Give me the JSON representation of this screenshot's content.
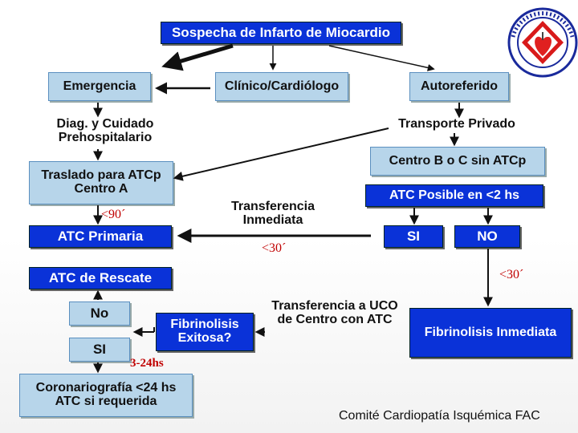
{
  "title": "Sospecha de Infarto de Miocardio",
  "nodes": {
    "emergencia": "Emergencia",
    "clinico": "Clínico/Cardiólogo",
    "autoreferido": "Autoreferido",
    "diag_line1": "Diag. y Cuidado",
    "diag_line2": "Prehospitalario",
    "transporte": "Transporte Privado",
    "centro_bc": "Centro B o C sin ATCp",
    "traslado_line1": "Traslado para ATCp",
    "traslado_line2": "Centro A",
    "atc_posible": "ATC Posible en <2 hs",
    "transferencia_line1": "Transferencia",
    "transferencia_line2": "Inmediata",
    "atc_primaria": "ATC Primaria",
    "si_top": "SI",
    "no_top": "NO",
    "atc_rescate": "ATC de Rescate",
    "no_box": "No",
    "si_box": "SI",
    "fibrinolisis_line1": "Fibrinolisis",
    "fibrinolisis_line2": "Exitosa?",
    "transferencia_uco_line1": "Transferencia a UCO",
    "transferencia_uco_line2": "de Centro con ATC",
    "fibrinolisis_inmediata": "Fibrinolisis Inmediata",
    "corona_line1": "Coronariografía <24 hs",
    "corona_line2": "ATC si requerida"
  },
  "times": {
    "t90": "<90´",
    "t30a": "<30´",
    "t30b": "<30´",
    "t3_24": "3-24hs"
  },
  "footer": "Comité Cardiopatía Isquémica FAC",
  "logo": {
    "icon": "heart-seal-logo",
    "ring_text": "SOCIEDAD ARGENTINA DE CARDIOLOGIA",
    "colors": {
      "ring": "#1a2a9c",
      "diamond": "#d81a1a",
      "heart": "#e02020"
    }
  }
}
